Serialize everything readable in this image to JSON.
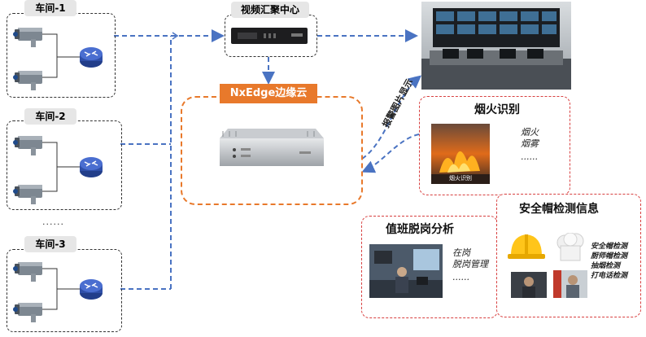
{
  "workshops": [
    {
      "label": "车间-1"
    },
    {
      "label": "车间-2"
    },
    {
      "label": "车间-3"
    }
  ],
  "ellipsis_between": "......",
  "video_center": {
    "title": "视频汇聚中心"
  },
  "edge_cloud": {
    "title": "NxEdge边缘云"
  },
  "alarm_display_label": "报警图片显示",
  "fire_panel": {
    "title": "烟火识别",
    "items": [
      "烟火",
      "烟雾",
      "......"
    ],
    "photo_caption": "烟火识别"
  },
  "duty_panel": {
    "title": "值班脱岗分析",
    "items": [
      "在岗",
      "脱岗管理",
      "......"
    ]
  },
  "helmet_panel": {
    "title": "安全帽检测信息",
    "items": [
      "安全帽检测",
      "厨师帽检测",
      "抽烟检测",
      "打电话检测"
    ]
  },
  "colors": {
    "link_blue": "#4a73c2",
    "edge_orange": "#e8792b",
    "panel_red": "#d84040",
    "router_blue": "#2f4fa8"
  }
}
